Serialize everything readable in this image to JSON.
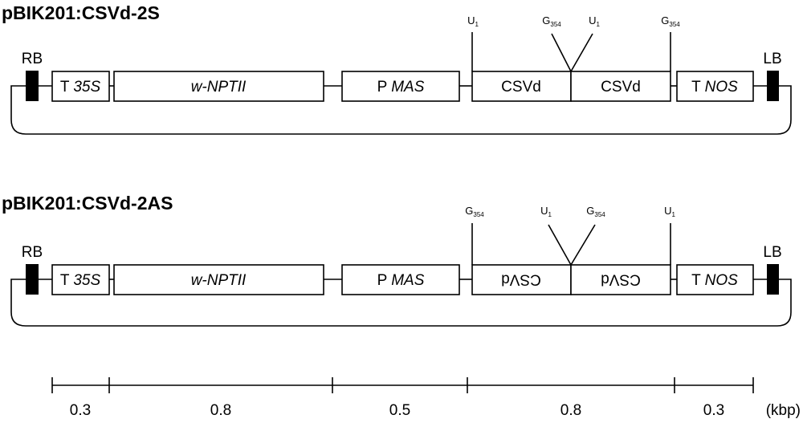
{
  "constructs": [
    {
      "title": "pBIK201:CSVd-2S",
      "rb": "RB",
      "lb": "LB",
      "elements": [
        {
          "prefix": "T",
          "name": "35S"
        },
        {
          "prefix": "",
          "name": "w-NPTII"
        },
        {
          "prefix": "P",
          "name": "MAS"
        },
        {
          "prefix": "",
          "name": "CSVd",
          "reversed": false
        },
        {
          "prefix": "",
          "name": "CSVd",
          "reversed": false
        },
        {
          "prefix": "T",
          "name": "NOS"
        }
      ],
      "sites": [
        {
          "base": "U",
          "sub": "1"
        },
        {
          "base": "G",
          "sub": "354"
        },
        {
          "base": "U",
          "sub": "1"
        },
        {
          "base": "G",
          "sub": "354"
        }
      ]
    },
    {
      "title": "pBIK201:CSVd-2AS",
      "rb": "RB",
      "lb": "LB",
      "elements": [
        {
          "prefix": "T",
          "name": "35S"
        },
        {
          "prefix": "",
          "name": "w-NPTII"
        },
        {
          "prefix": "P",
          "name": "MAS"
        },
        {
          "prefix": "",
          "name": "CSVd",
          "reversed": true
        },
        {
          "prefix": "",
          "name": "CSVd",
          "reversed": true
        },
        {
          "prefix": "T",
          "name": "NOS"
        }
      ],
      "sites": [
        {
          "base": "G",
          "sub": "354"
        },
        {
          "base": "U",
          "sub": "1"
        },
        {
          "base": "G",
          "sub": "354"
        },
        {
          "base": "U",
          "sub": "1"
        }
      ]
    }
  ],
  "scale": {
    "segments": [
      "0.3",
      "0.8",
      "0.5",
      "0.8",
      "0.3"
    ],
    "unit": "(kbp)"
  }
}
